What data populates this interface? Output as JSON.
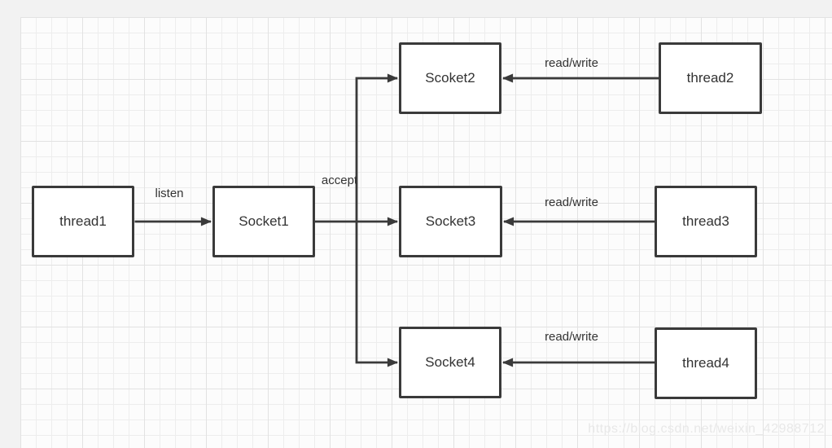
{
  "diagram": {
    "nodes": {
      "thread1": {
        "label": "thread1"
      },
      "socket1": {
        "label": "Socket1"
      },
      "scoket2": {
        "label": "Scoket2"
      },
      "socket3": {
        "label": "Socket3"
      },
      "socket4": {
        "label": "Socket4"
      },
      "thread2": {
        "label": "thread2"
      },
      "thread3": {
        "label": "thread3"
      },
      "thread4": {
        "label": "thread4"
      }
    },
    "edges": [
      {
        "id": "thread1-to-socket1",
        "label": "listen"
      },
      {
        "id": "socket1-branch",
        "label": "accept"
      },
      {
        "id": "thread2-to-scoket2",
        "label": "read/write"
      },
      {
        "id": "thread3-to-socket3",
        "label": "read/write"
      },
      {
        "id": "thread4-to-socket4",
        "label": "read/write"
      }
    ],
    "colors": {
      "stroke": "#3a3a3a",
      "text": "#333333",
      "node_fill": "#ffffff",
      "canvas_bg": "#fcfcfc",
      "outer_bg": "#f2f2f2",
      "grid_minor": "#ededed",
      "grid_major": "#e2e2e2",
      "watermark": "#e8e8e8"
    }
  },
  "watermark": {
    "text": "https://blog.csdn.net/weixin_42988712"
  }
}
